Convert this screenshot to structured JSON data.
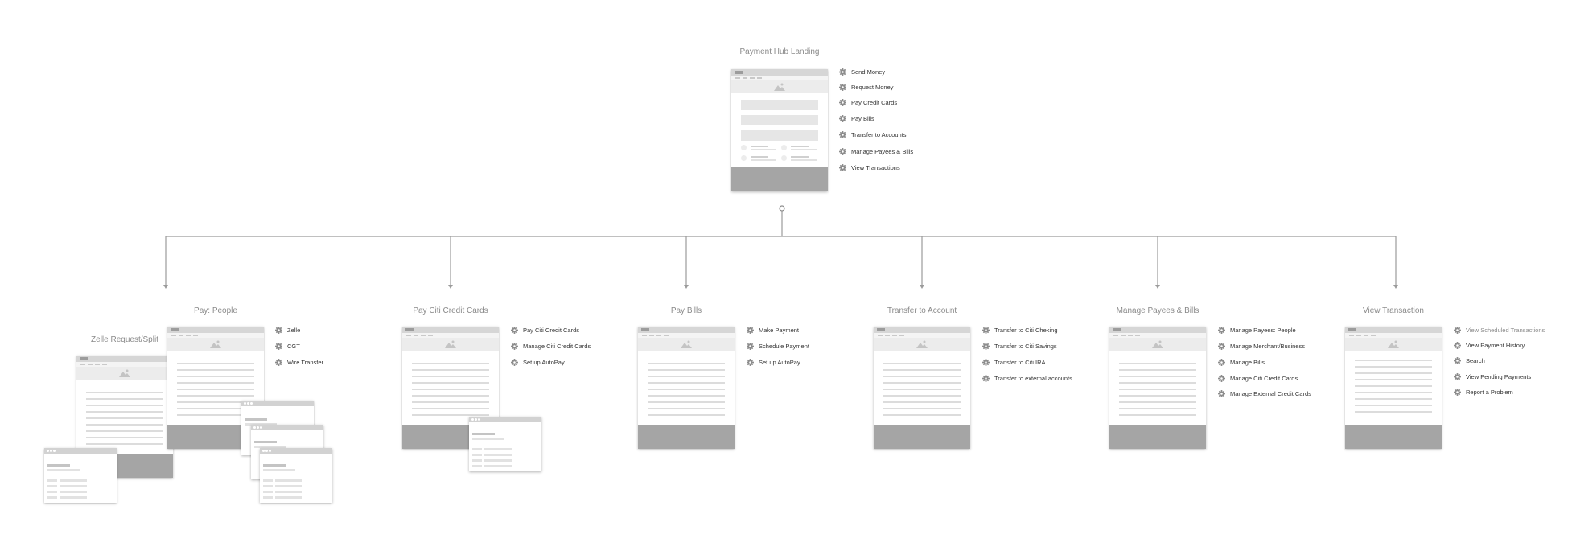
{
  "root": {
    "title": "Payment Hub Landing",
    "options": [
      "Send Money",
      "Request Money",
      "Pay Credit Cards",
      "Pay Bills",
      "Transfer to Accounts",
      "Manage Payees & Bills",
      "View Transactions"
    ]
  },
  "children": [
    {
      "title": "Pay: People",
      "options": [
        "Zelle",
        "CGT",
        "Wire Transfer"
      ]
    },
    {
      "title": "Pay Citi Credit Cards",
      "options": [
        "Pay Citi Credit Cards",
        "Manage Citi Credit Cards",
        "Set up AutoPay"
      ]
    },
    {
      "title": "Pay Bills",
      "options": [
        "Make Payment",
        "Schedule Payment",
        "Set up AutoPay"
      ]
    },
    {
      "title": "Transfer to Account",
      "options": [
        "Transfer to Citi Cheking",
        "Transfer to Citi Savings",
        "Transfer to Citi IRA",
        "Transfer to external accounts"
      ]
    },
    {
      "title": "Manage Payees & Bills",
      "options": [
        "Manage Payees: People",
        "Manage Merchant/Business",
        "Manage Bills",
        "Manage Citi Credit Cards",
        "Manage External Credit Cards"
      ]
    },
    {
      "title": "View Transaction",
      "options": [
        "View Scheduled Transactions",
        "View Payment History",
        "Search",
        "View Pending Payments",
        "Report a Problem"
      ]
    }
  ],
  "sub": {
    "title": "Zelle Request/Split"
  },
  "icons": {
    "option": "gear-icon",
    "hero": "mountain-image-icon",
    "connector": "circle-node-icon",
    "arrow": "arrow-down-icon"
  },
  "colors": {
    "line": "#9b9b9b",
    "text": "#333333",
    "title": "#8a8a8a",
    "footer": "#a5a5a5",
    "header": "#d6d6d6"
  }
}
